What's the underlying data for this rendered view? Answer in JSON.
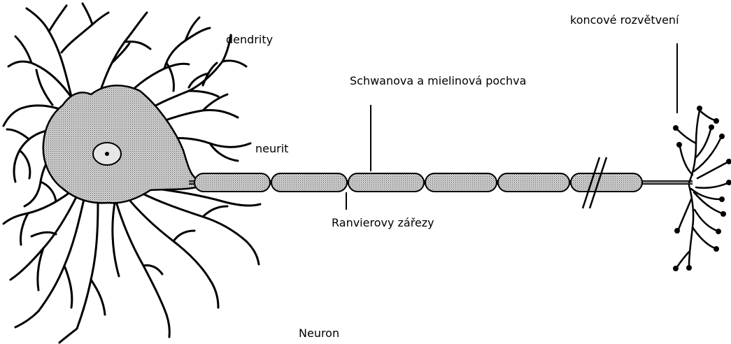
{
  "diagram": {
    "title": "Neuron",
    "labels": {
      "dendrites": "dendrity",
      "axon": "neurit",
      "sheath": "Schwanova a mielinová pochva",
      "nodes": "Ranvierovy zářezy",
      "terminal": "koncové rozvětvení"
    },
    "colors": {
      "stroke": "#000000",
      "soma_fill": "#b9b9b9",
      "sheath_fill": "#c4c4c4",
      "background": "#ffffff"
    }
  }
}
